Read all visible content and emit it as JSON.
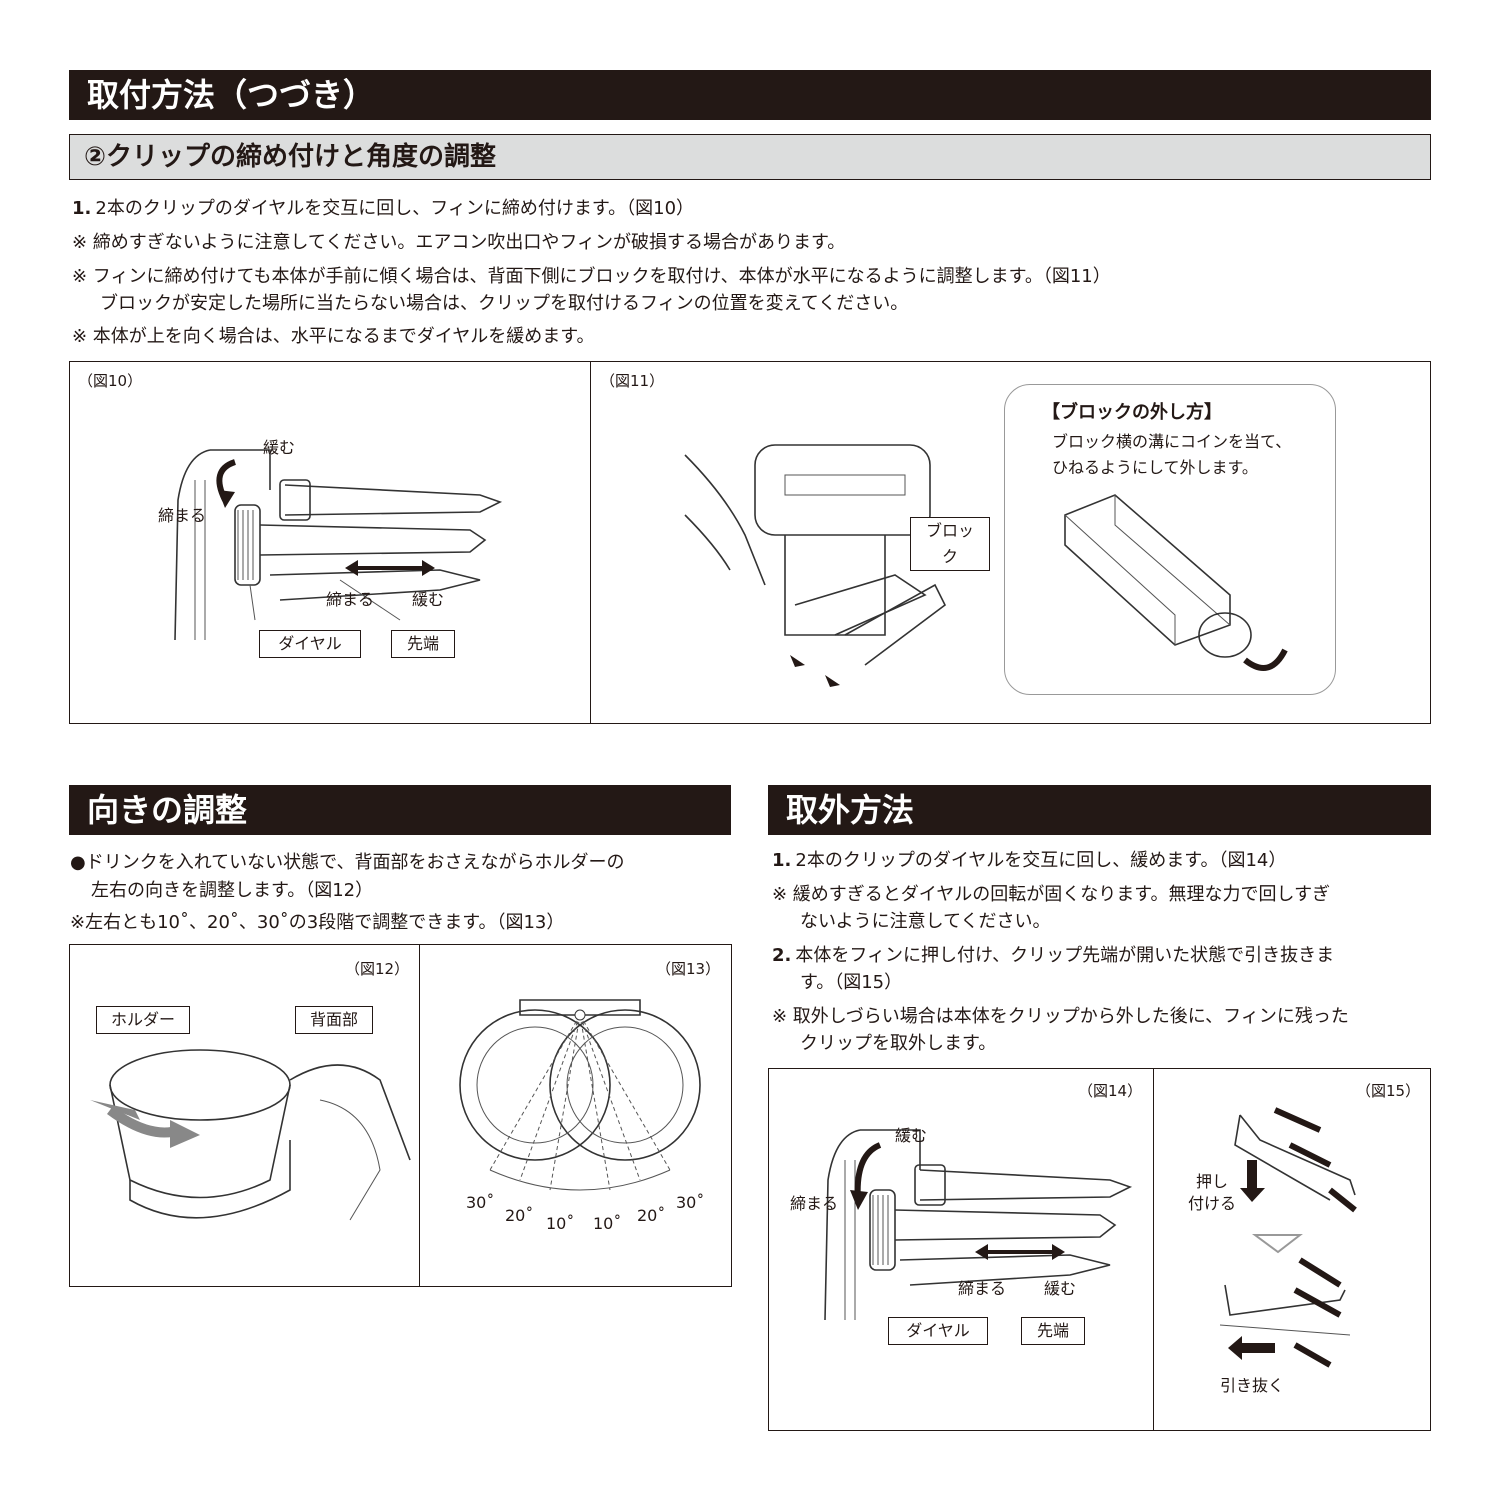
{
  "section_install": {
    "title": "取付方法（つづき）",
    "subtitle": "②クリップの締め付けと角度の調整",
    "step1_num": "1.",
    "step1": "2本のクリップのダイヤルを交互に回し、フィンに締め付けます。（図10）",
    "note1": "※ 締めすぎないように注意してください。エアコン吹出口やフィンが破損する場合があります。",
    "note2a": "※ フィンに締め付けても本体が手前に傾く場合は、背面下側にブロックを取付け、本体が水平になるように調整します。（図11）",
    "note2b": "ブロックが安定した場所に当たらない場合は、クリップを取付けるフィンの位置を変えてください。",
    "note3": "※ 本体が上を向く場合は、水平になるまでダイヤルを緩めます。",
    "fig10": {
      "label": "（図10）",
      "loosen_top": "緩む",
      "tighten_left": "締まる",
      "tighten_bottom": "締まる",
      "loosen_bottom": "緩む",
      "dial": "ダイヤル",
      "tip": "先端"
    },
    "fig11": {
      "label": "（図11）",
      "block": "ブロック",
      "bubble_title": "【ブロックの外し方】",
      "bubble_line1": "ブロック横の溝にコインを当て、",
      "bubble_line2": "ひねるようにして外します。"
    }
  },
  "section_direction": {
    "title": "向きの調整",
    "line1": "●ドリンクを入れていない状態で、背面部をおさえながらホルダーの",
    "line1b": "左右の向きを調整します。（図12）",
    "line2": "※左右とも10˚、20˚、30˚の3段階で調整できます。（図13）",
    "fig12": {
      "label": "（図12）",
      "holder": "ホルダー",
      "back": "背面部"
    },
    "fig13": {
      "label": "（図13）",
      "angles": [
        "30˚",
        "20˚",
        "10˚",
        "10˚",
        "20˚",
        "30˚"
      ]
    }
  },
  "section_remove": {
    "title": "取外方法",
    "step1_num": "1.",
    "step1": "2本のクリップのダイヤルを交互に回し、緩めます。（図14）",
    "note1a": "※ 緩めすぎるとダイヤルの回転が固くなります。無理な力で回しすぎ",
    "note1b": "ないように注意してください。",
    "step2_num": "2.",
    "step2a": "本体をフィンに押し付け、クリップ先端が開いた状態で引き抜きま",
    "step2b": "す。（図15）",
    "note2a": "※ 取外しづらい場合は本体をクリップから外した後に、フィンに残った",
    "note2b": "クリップを取外します。",
    "fig14": {
      "label": "（図14）",
      "loosen_top": "緩む",
      "tighten_left": "締まる",
      "tighten_bottom": "締まる",
      "loosen_bottom": "緩む",
      "dial": "ダイヤル",
      "tip": "先端"
    },
    "fig15": {
      "label": "（図15）",
      "push1": "押し",
      "push2": "付ける",
      "pull": "引き抜く"
    }
  }
}
